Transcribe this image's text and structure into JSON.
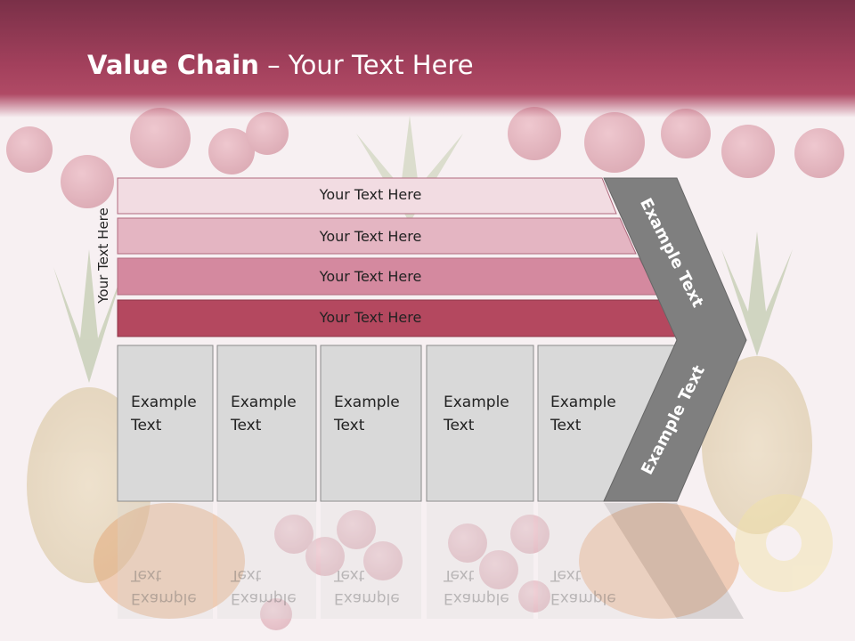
{
  "title": {
    "bold": "Value Chain",
    "rest": " – Your Text Here"
  },
  "side_label": "Your Text Here",
  "rows": [
    {
      "label": "Your Text Here",
      "color": "#f2dce2"
    },
    {
      "label": "Your Text Here",
      "color": "#e4b5c2"
    },
    {
      "label": "Your Text Here",
      "color": "#d4899f"
    },
    {
      "label": "Your Text Here",
      "color": "#b4485f"
    }
  ],
  "boxes": [
    {
      "line1": "Example",
      "line2": "Text"
    },
    {
      "line1": "Example",
      "line2": "Text"
    },
    {
      "line1": "Example",
      "line2": "Text"
    },
    {
      "line1": "Example",
      "line2": "Text"
    },
    {
      "line1": "Example",
      "line2": "Text"
    }
  ],
  "arrow_labels": {
    "upper": "Example Text",
    "lower": "Example Text"
  },
  "colors": {
    "header": "#a2405c",
    "box_fill": "#d9d9d9",
    "arrow_fill": "#7f7f7f"
  }
}
